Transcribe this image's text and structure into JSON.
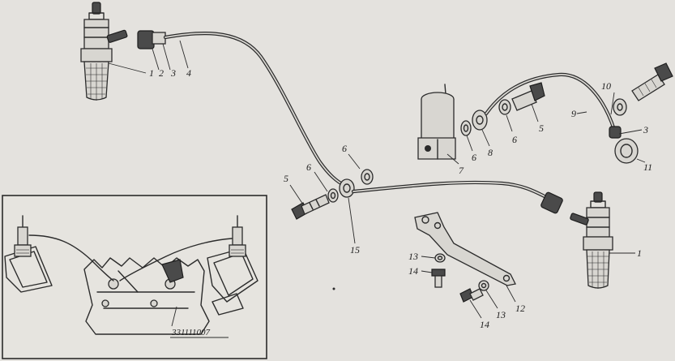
{
  "labels": {
    "l1a": "1",
    "l2": "2",
    "l3a": "3",
    "l4": "4",
    "l10": "10",
    "l9": "9",
    "l3b": "3",
    "l5a": "5",
    "l6a": "6",
    "l8": "8",
    "l6b": "6",
    "l7": "7",
    "l11": "11",
    "l6c": "6",
    "l6d": "6",
    "l5b": "5",
    "l15": "15",
    "l1b": "1",
    "l13a": "13",
    "l14a": "14",
    "l12": "12",
    "l13b": "13",
    "l14b": "14"
  },
  "inset": {
    "code": "331111007"
  },
  "colors": {
    "ink": "#2b2b2b",
    "paper": "#e4e2de"
  }
}
